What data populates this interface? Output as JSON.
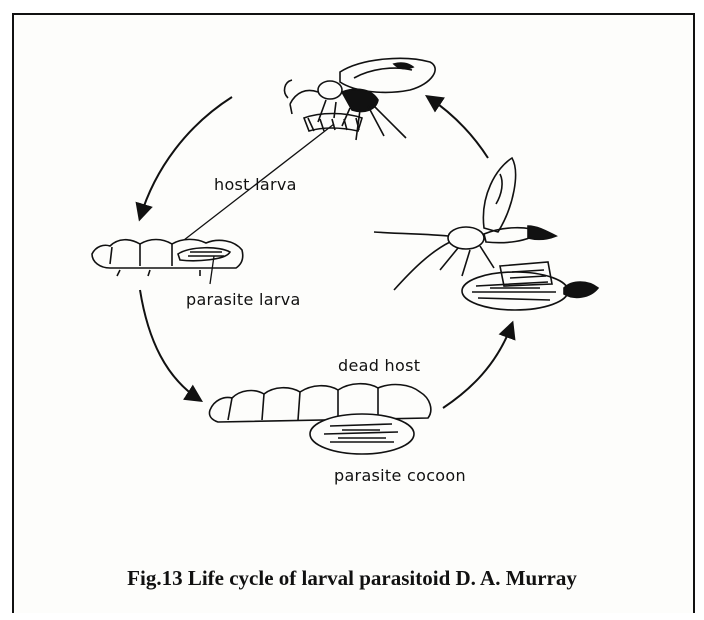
{
  "labels": {
    "host_larva": "host larva",
    "parasite_larva": "parasite larva",
    "dead_host": "dead host",
    "parasite_cocoon": "parasite cocoon"
  },
  "caption": "Fig.13  Life cycle of larval parasitoid  D. A. Murray"
}
